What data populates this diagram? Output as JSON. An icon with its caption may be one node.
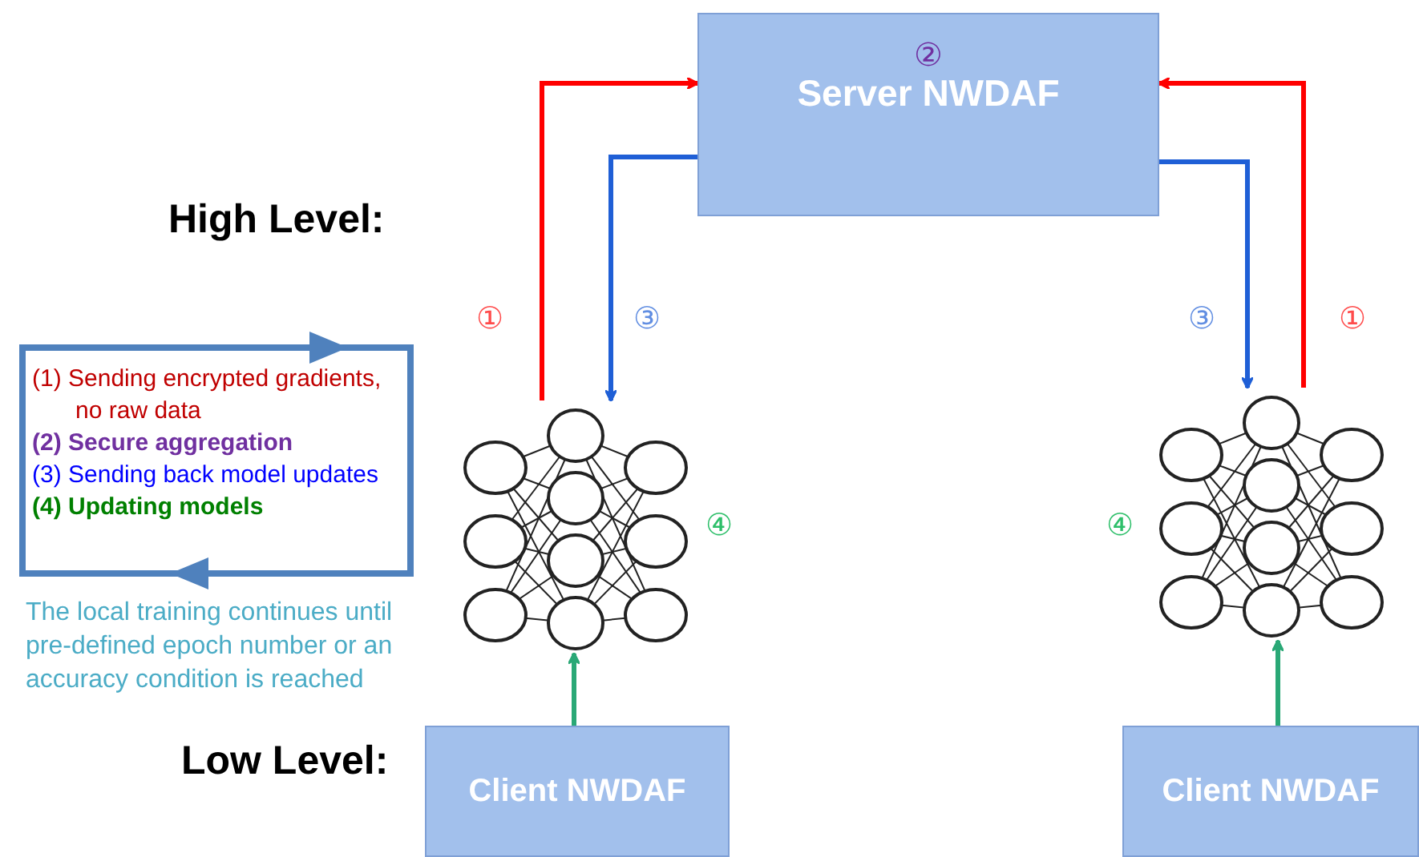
{
  "diagram": {
    "nodes": [
      {
        "text": [
          "②",
          "Server NWDAF"
        ]
      },
      {
        "text": [],
        "shape": "picture"
      },
      {
        "text": [],
        "shape": "picture"
      },
      {
        "text": [
          "Client NWDAF"
        ]
      },
      {
        "text": [
          "Client NWDAF"
        ]
      },
      {
        "text": [
          "(1) Sending encrypted gradients, no raw data",
          "(2) Secure aggregation",
          "(3) Sending back model updates",
          "(4) Updating models"
        ]
      }
    ],
    "edges": [
      {
        "from": 1,
        "to": 0,
        "arrow": "to",
        "label": "①",
        "color": "#ff0000"
      },
      {
        "from": 0,
        "to": 1,
        "arrow": "to",
        "label": "③",
        "color": "#1f5fd6"
      },
      {
        "from": 2,
        "to": 0,
        "arrow": "to",
        "label": "①",
        "color": "#ff0000"
      },
      {
        "from": 0,
        "to": 2,
        "arrow": "to",
        "label": "③",
        "color": "#1f5fd6"
      },
      {
        "from": 3,
        "to": 1,
        "arrow": "to",
        "color": "#2aa876"
      },
      {
        "from": 4,
        "to": 2,
        "arrow": "to",
        "color": "#2aa876"
      }
    ],
    "labels": [
      "High Level:",
      "④",
      "④",
      "The local training continues until pre-defined epoch number or an accuracy condition is reached",
      "Low Level:"
    ]
  }
}
